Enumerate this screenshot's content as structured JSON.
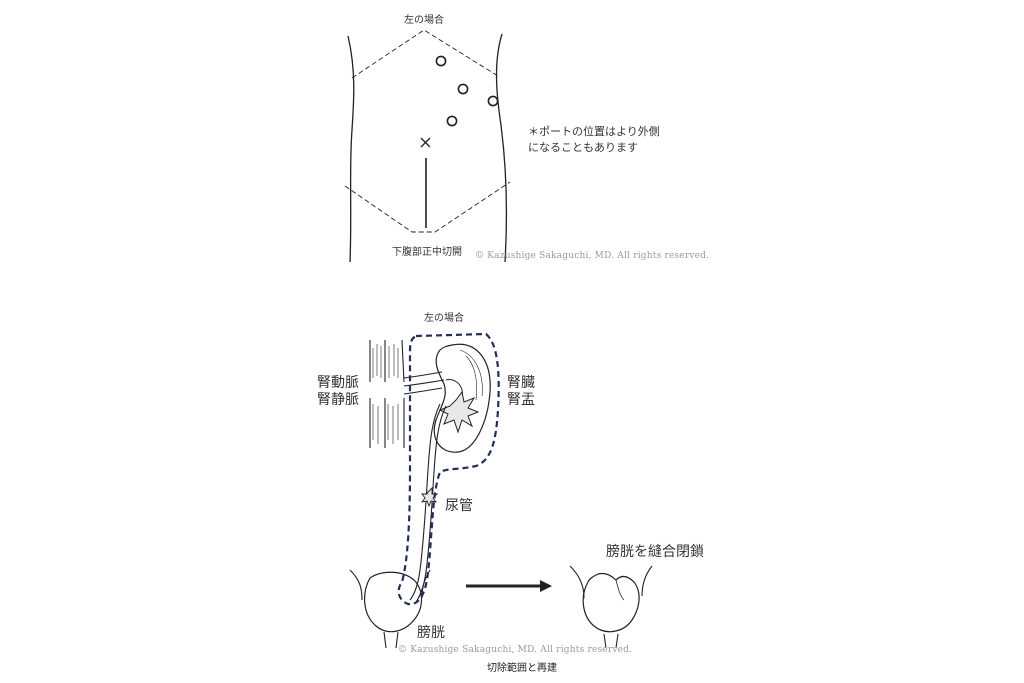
{
  "top_figure": {
    "title": "左の場合",
    "note_line1": "＊ポートの位置はより外側",
    "note_line2": "になることもあります",
    "incision_label": "下腹部正中切開",
    "copyright": "© Kazushige Sakaguchi, MD. All rights reserved."
  },
  "bottom_figure": {
    "title": "左の場合",
    "vessels_line1": "腎動脈",
    "vessels_line2": "腎静脈",
    "kidney_line1": "腎臓",
    "kidney_line2": "腎盂",
    "ureter_label": "尿管",
    "bladder_label": "膀胱",
    "closure_label": "膀胱を縫合閉鎖",
    "caption": "切除範囲と再建",
    "copyright": "© Kazushige Sakaguchi, MD. All rights reserved."
  },
  "colors": {
    "line": "#222222",
    "dashed_resection": "#1f2f5c",
    "copyright": "#999999"
  }
}
